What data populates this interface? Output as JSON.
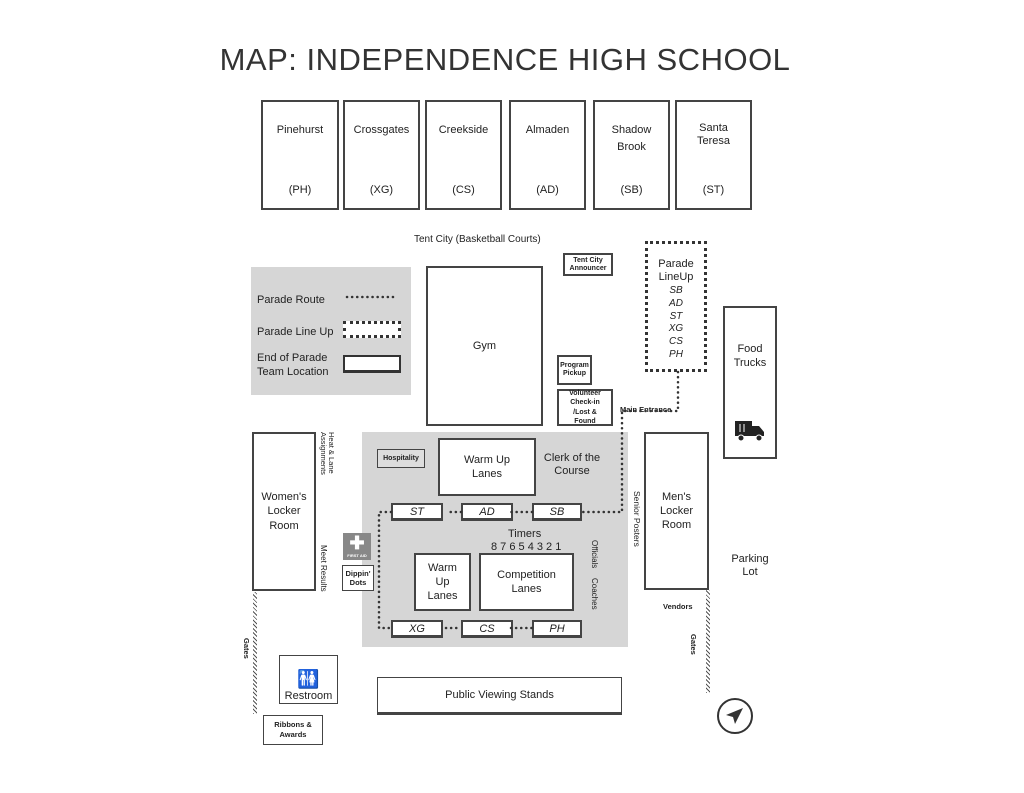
{
  "title": "MAP: INDEPENDENCE HIGH SCHOOL",
  "teams": [
    {
      "name": "Pinehurst",
      "code": "(PH)"
    },
    {
      "name": "Crossgates",
      "code": "(XG)"
    },
    {
      "name": "Creekside",
      "code": "(CS)"
    },
    {
      "name": "Almaden",
      "code": "(AD)"
    },
    {
      "name": "Shadow Brook",
      "code": "(SB)"
    },
    {
      "name": "Santa Teresa",
      "code": "(ST)"
    }
  ],
  "legend": {
    "parade_route": "Parade Route",
    "parade_line_up": "Parade Line Up",
    "end_of_parade": "End of Parade Team Location"
  },
  "tent_city": "Tent City (Basketball Courts)",
  "tent_city_announcer": "Tent City Announcer",
  "gym": "Gym",
  "program_pickup": "Program Pickup",
  "volunteer": "Volunteer Check-in /Lost & Found",
  "main_entrance": "Main Entrance",
  "parade_lineup": {
    "title": "Parade LineUp",
    "order": [
      "SB",
      "AD",
      "ST",
      "XG",
      "CS",
      "PH"
    ]
  },
  "food_trucks": "Food Trucks",
  "hospitality": "Hospitality",
  "warm_up_lanes": "Warm Up Lanes",
  "clerk": "Clerk of the Course",
  "lanes_top": [
    "ST",
    "AD",
    "SB"
  ],
  "lanes_bottom": [
    "XG",
    "CS",
    "PH"
  ],
  "timers": "Timers",
  "lane_numbers": "8 7 6 5 4 3 2 1",
  "competition_lanes": "Competition Lanes",
  "officials": "Officials",
  "coaches": "Coaches",
  "senior_posters": "Senior Posters",
  "womens_locker": "Women's Locker Room",
  "mens_locker": "Men's Locker Room",
  "heat_lane": "Heat & Lane Assignments",
  "meet_results": "Meet Results",
  "first_aid": "FIRST AID",
  "dippin_dots": "Dippin' Dots",
  "gates": "Gates",
  "vendors": "Vendors",
  "parking_lot": "Parking Lot",
  "restroom": "Restroom",
  "ribbons": "Ribbons & Awards",
  "public_viewing": "Public Viewing Stands"
}
